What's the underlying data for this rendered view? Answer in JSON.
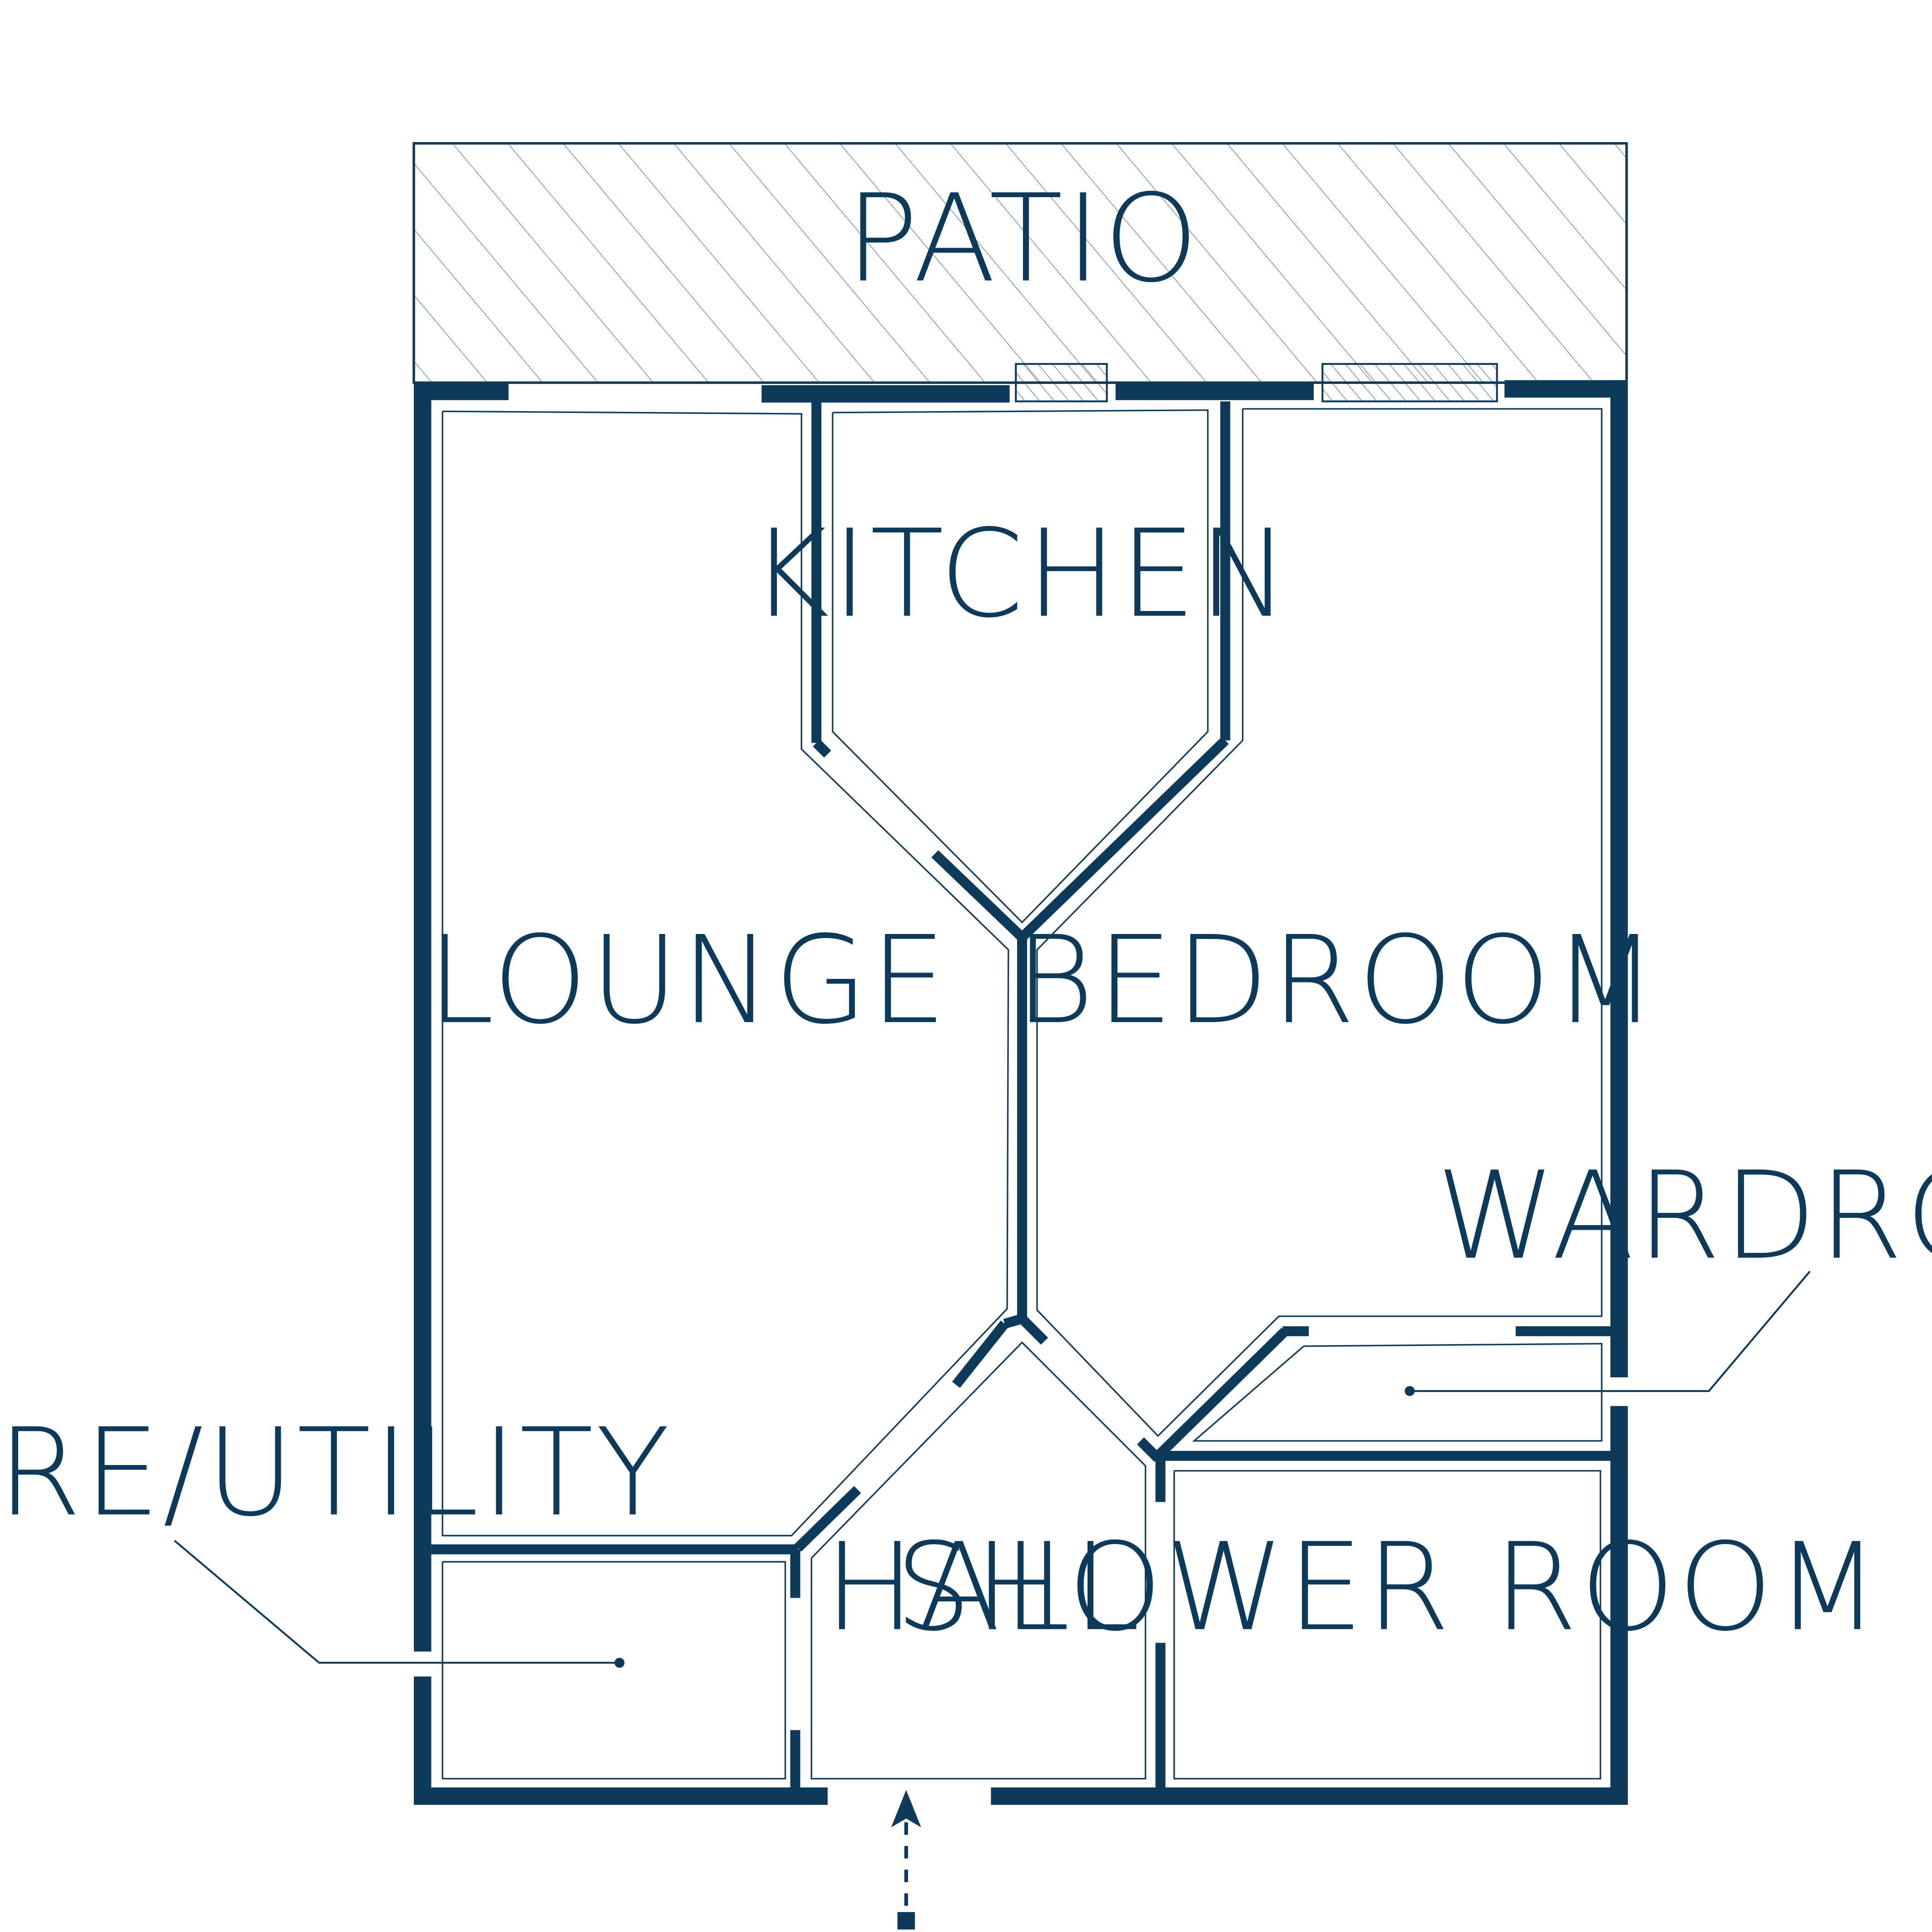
{
  "colors": {
    "wall": "#0d3a5a",
    "background": "#ffffff"
  },
  "rooms": {
    "patio": "PATIO",
    "kitchen": "KITCHEN",
    "lounge": "LOUNGE",
    "bedroom": "BEDROOM",
    "hall": "HALL",
    "shower_room": "SHOWER ROOM"
  },
  "callouts": {
    "wardrobe": "WARDROBE",
    "store_utility": "STORE/UTILITY"
  },
  "icons": {
    "entrance": "entrance-arrow-icon",
    "hatch": "hatch-pattern"
  }
}
